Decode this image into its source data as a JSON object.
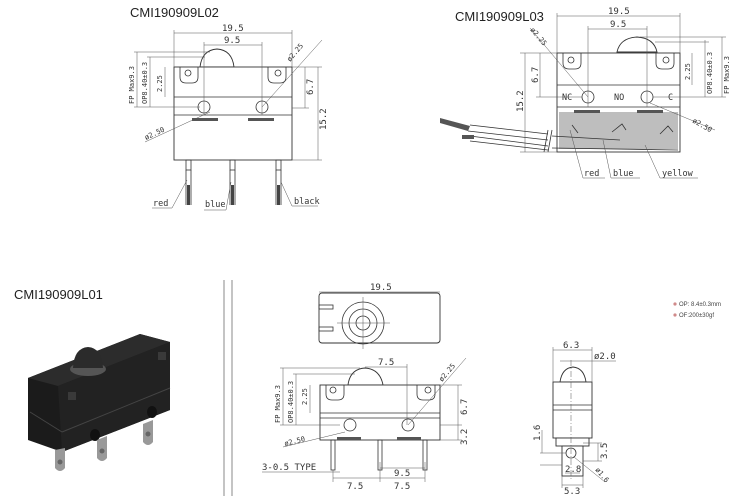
{
  "drawings": {
    "l02": {
      "title": "CMI190909L02",
      "dims": {
        "width": "19.5",
        "pitch": "9.5",
        "height": "15.2",
        "hole_height": "6.7",
        "plunger": "2.25",
        "op": "OP8.40±0.3",
        "fp": "FP Max9.3",
        "hole_dia": "ø2.25",
        "hole_dia2": "ø2.50"
      },
      "wires": [
        "red",
        "blue",
        "black"
      ]
    },
    "l03": {
      "title": "CMI190909L03",
      "dims": {
        "width": "19.5",
        "pitch": "9.5",
        "height": "15.2",
        "hole_height": "6.7",
        "plunger": "2.25",
        "op": "OP8.40±0.3",
        "fp": "FP Max9.3",
        "hole_dia": "ø2.25",
        "hole_dia2": "ø2.50"
      },
      "contacts": [
        "NC",
        "NO",
        "C"
      ],
      "wires": [
        "red",
        "blue",
        "yellow"
      ]
    },
    "l01": {
      "title": "CMI190909L01",
      "top_dims": {
        "width": "19.5"
      },
      "front_dims": {
        "plunger_offset": "7.5",
        "hole_dia": "ø2.25",
        "hole_dia2": "ø2.50",
        "plunger": "2.25",
        "op": "OP8.40±0.3",
        "fp": "FP Max9.3",
        "hole_height": "6.7",
        "terminal_height": "3.2",
        "terminal_type": "3-0.5 TYPE",
        "pitch": "9.5",
        "pitch_a": "7.5",
        "pitch_b": "7.5"
      },
      "side_dims": {
        "width": "6.3",
        "plunger_dia": "ø2.0",
        "offset": "1.6",
        "terminal_len": "3.5",
        "hole_pos": "2.8",
        "terminal_width": "5.3",
        "terminal_hole": "ø1.6"
      }
    }
  },
  "notes": [
    "OP: 8.4±0.3mm",
    "OF:200±30gf"
  ],
  "colors": {
    "bullet": "#d08a8a",
    "product": "#1e1e1e"
  }
}
